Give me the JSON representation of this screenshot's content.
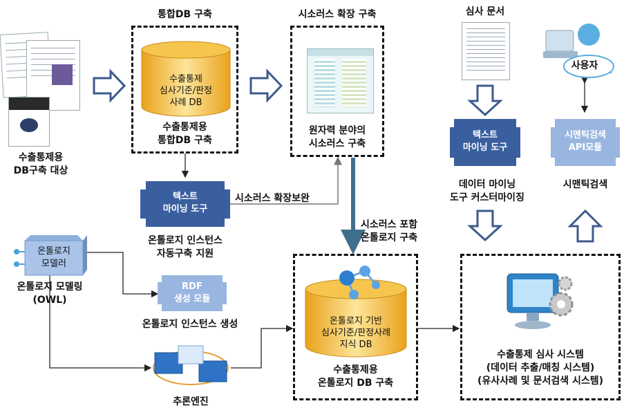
{
  "source": {
    "caption": [
      "수출통제용",
      "DB구축 대상"
    ]
  },
  "integrated_db": {
    "title": "통합DB 구축",
    "cylinder_text": [
      "수출통제",
      "심사기준/판정",
      "사례 DB"
    ],
    "caption": [
      "수출통제용",
      "통합DB 구축"
    ]
  },
  "thesaurus": {
    "title": "시소러스 확장 구축",
    "caption": [
      "원자력 분야의",
      "시소러스 구축"
    ]
  },
  "review_docs": {
    "title": "심사 문서"
  },
  "user": {
    "label": "사용자"
  },
  "text_mining_right": {
    "label": [
      "텍스트",
      "마이닝 도구"
    ],
    "caption": [
      "데이터 마이닝",
      "도구 커스터마이징"
    ]
  },
  "semantic_api": {
    "label": [
      "시멘틱검색",
      "API모듈"
    ],
    "caption": "시맨틱검색"
  },
  "text_mining_mid": {
    "label": [
      "텍스트",
      "마이닝 도구"
    ],
    "caption": [
      "온톨로지 인스턴스",
      "자동구축 지원"
    ]
  },
  "thesaurus_supplement": "시소러스 확장보완",
  "include_thesaurus": [
    "시소러스 포함",
    "온톨로지 구축"
  ],
  "modeler": {
    "label": [
      "온톨로지",
      "모델러"
    ],
    "caption": [
      "온톨로지 모델링",
      "(OWL)"
    ]
  },
  "rdf": {
    "label": [
      "RDF",
      "생성 모듈"
    ],
    "caption": "온톨로지 인스턴스 생성"
  },
  "inference": {
    "caption": "추론엔진"
  },
  "ontology_db": {
    "cylinder_text": [
      "온톨로지 기반",
      "심사기준/판정사례",
      "지식 DB"
    ],
    "caption": [
      "수출통제용",
      "온톨로지 DB 구축"
    ]
  },
  "system": {
    "caption": [
      "수출통제 심사 시스템",
      "(데이터 추출/매칭 시스템)",
      "(유사사례 및 문서검색 시스템)"
    ]
  },
  "colors": {
    "chevron_dark": "#3a5f9f",
    "chevron_light": "#98b6e0",
    "cylinder": "#f0b93a",
    "arrow_teal": "#3f6f8c"
  }
}
